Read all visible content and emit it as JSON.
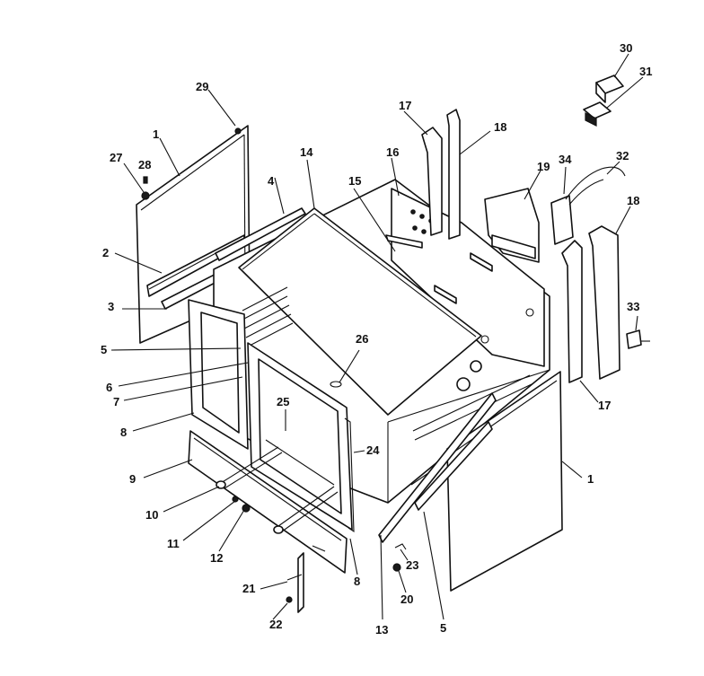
{
  "diagram": {
    "callouts": [
      {
        "id": "c-30",
        "label": "30"
      },
      {
        "id": "c-31",
        "label": "31"
      },
      {
        "id": "c-29",
        "label": "29"
      },
      {
        "id": "c-17a",
        "label": "17"
      },
      {
        "id": "c-18a",
        "label": "18"
      },
      {
        "id": "c-1a",
        "label": "1"
      },
      {
        "id": "c-27",
        "label": "27"
      },
      {
        "id": "c-28",
        "label": "28"
      },
      {
        "id": "c-14",
        "label": "14"
      },
      {
        "id": "c-16",
        "label": "16"
      },
      {
        "id": "c-19",
        "label": "19"
      },
      {
        "id": "c-34",
        "label": "34"
      },
      {
        "id": "c-32",
        "label": "32"
      },
      {
        "id": "c-4",
        "label": "4"
      },
      {
        "id": "c-15",
        "label": "15"
      },
      {
        "id": "c-18b",
        "label": "18"
      },
      {
        "id": "c-2",
        "label": "2"
      },
      {
        "id": "c-3",
        "label": "3"
      },
      {
        "id": "c-33",
        "label": "33"
      },
      {
        "id": "c-5a",
        "label": "5"
      },
      {
        "id": "c-26",
        "label": "26"
      },
      {
        "id": "c-6",
        "label": "6"
      },
      {
        "id": "c-7",
        "label": "7"
      },
      {
        "id": "c-17b",
        "label": "17"
      },
      {
        "id": "c-25",
        "label": "25"
      },
      {
        "id": "c-8a",
        "label": "8"
      },
      {
        "id": "c-24",
        "label": "24"
      },
      {
        "id": "c-1b",
        "label": "1"
      },
      {
        "id": "c-9",
        "label": "9"
      },
      {
        "id": "c-10",
        "label": "10"
      },
      {
        "id": "c-11",
        "label": "11"
      },
      {
        "id": "c-12",
        "label": "12"
      },
      {
        "id": "c-23",
        "label": "23"
      },
      {
        "id": "c-8b",
        "label": "8"
      },
      {
        "id": "c-21",
        "label": "21"
      },
      {
        "id": "c-20",
        "label": "20"
      },
      {
        "id": "c-22",
        "label": "22"
      },
      {
        "id": "c-13",
        "label": "13"
      },
      {
        "id": "c-5b",
        "label": "5"
      }
    ]
  }
}
